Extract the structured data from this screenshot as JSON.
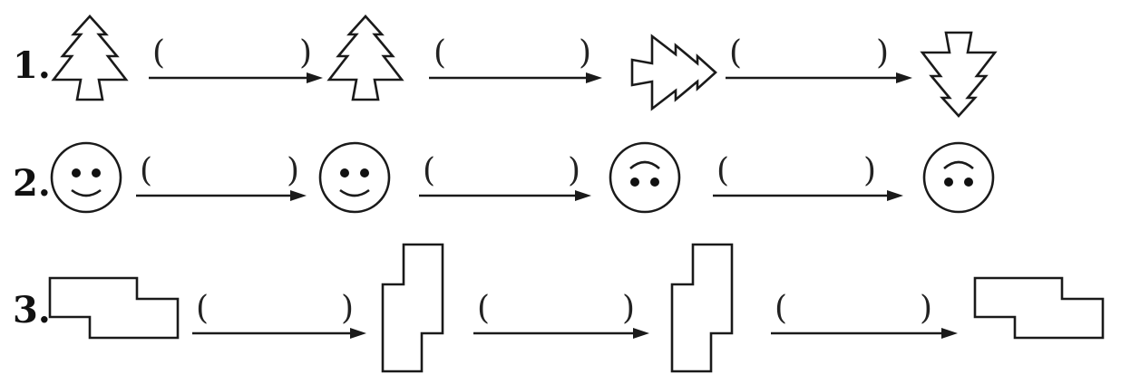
{
  "rows": [
    {
      "label": "1.",
      "figures": [
        "tree-upright",
        "tree-upright",
        "tree-pointing-right",
        "tree-upside-down"
      ],
      "answers": [
        "",
        "",
        ""
      ]
    },
    {
      "label": "2.",
      "figures": [
        "smiley-face",
        "smiley-face",
        "upside-down-face",
        "upside-down-face"
      ],
      "answers": [
        "",
        "",
        ""
      ]
    },
    {
      "label": "3.",
      "figures": [
        "z-shape-horizontal",
        "z-shape-vertical",
        "z-shape-vertical",
        "z-shape-horizontal"
      ],
      "answers": [
        "",
        "",
        ""
      ]
    }
  ],
  "paren_open": "(",
  "paren_close": ")"
}
